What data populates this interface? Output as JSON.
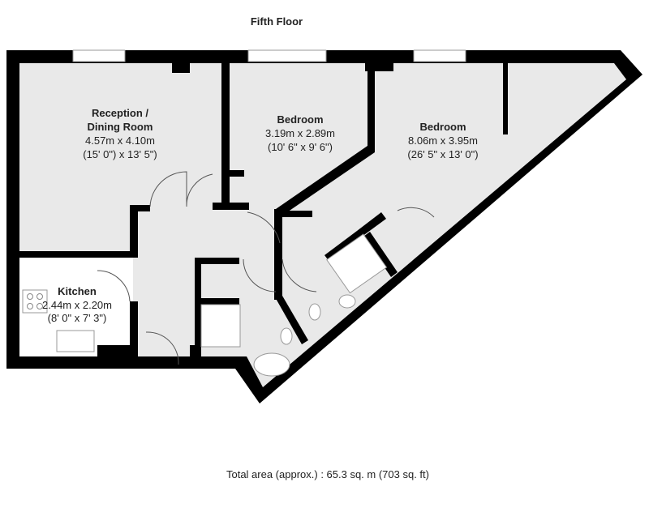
{
  "title": "Fifth Floor",
  "rooms": {
    "reception": {
      "name_line1": "Reception /",
      "name_line2": "Dining Room",
      "metric": "4.57m x 4.10m",
      "imperial": "(15' 0\") x 13' 5\")"
    },
    "bedroom1": {
      "name": "Bedroom",
      "metric": "3.19m x 2.89m",
      "imperial": "(10' 6\" x 9' 6\")"
    },
    "bedroom2": {
      "name": "Bedroom",
      "metric": "8.06m x 3.95m",
      "imperial": "(26' 5\" x 13' 0\")"
    },
    "kitchen": {
      "name": "Kitchen",
      "metric": "2.44m x 2.20m",
      "imperial": "(8' 0\" x 7' 3\")"
    }
  },
  "total_area": "Total area (approx.) : 65.3 sq. m (703 sq. ft)",
  "colors": {
    "wall": "#000000",
    "floor": "#e9e9e9",
    "background": "#ffffff"
  }
}
